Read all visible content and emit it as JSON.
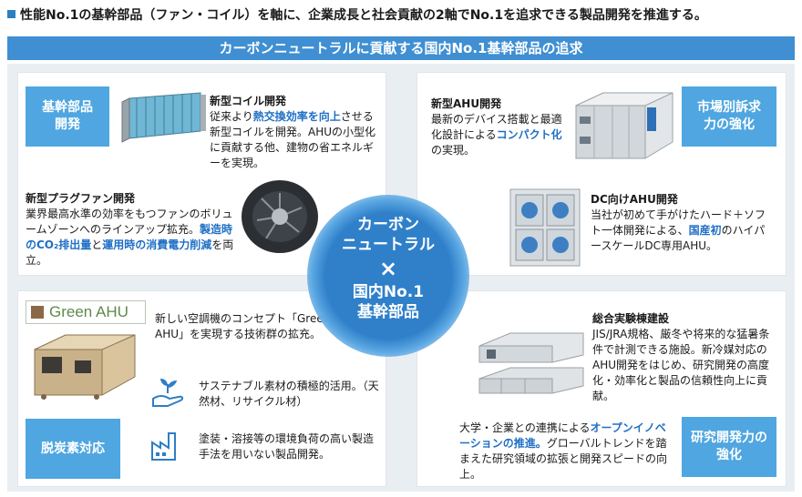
{
  "headline": "性能No.1の基幹部品（ファン・コイル）を軸に、企業成長と社会貢献の2軸でNo.1を追求できる製品開発を推進する。",
  "banner": "カーボンニュートラルに貢献する国内No.1基幹部品の追求",
  "center": {
    "line1": "カーボン",
    "line2": "ニュートラル",
    "cross": "×",
    "line3": "国内No.1",
    "line4": "基幹部品"
  },
  "panels": {
    "top_left": {
      "tag": [
        "基幹部品",
        "開発"
      ],
      "coil": {
        "title": "新型コイル開発",
        "body1": "従来より",
        "hl1": "熱交換効率を向上",
        "body2": "させる新型コイルを開発。",
        "body3": "AHUの小型化に貢献する他、建物の省エネルギーを実現。"
      },
      "fan": {
        "title": "新型プラグファン開発",
        "body1": "業界最高水準の効率をもつファンのボリュームゾーンへのラインアップ拡充。",
        "hl1": "製造時のCO₂排出量",
        "body2": "と",
        "hl2": "運用時の消費電力削減",
        "body3": "を両立。"
      }
    },
    "top_right": {
      "tag": [
        "市場別訴求",
        "力の強化"
      ],
      "ahu": {
        "title": "新型AHU開発",
        "body1": "最新のデバイス搭載と最適化設計による",
        "hl1": "コンパクト化",
        "body2": "の実現。"
      },
      "dc": {
        "title": "DC向けAHU開発",
        "body1": "当社が初めて手がけたハード＋ソフト一体開発による、",
        "hl1": "国産初",
        "body2": "のハイパースケールDC専用AHU。"
      }
    },
    "bottom_left": {
      "logo": "Green AHU",
      "tag": "脱炭素対応",
      "intro": "新しい空調機のコンセプト「Green AHU」を実現する技術群の拡充。",
      "item1": "サステナブル素材の積極的活用。（天然材、リサイクル材）",
      "item2": "塗装・溶接等の環境負荷の高い製造手法を用いない製品開発。"
    },
    "bottom_right": {
      "tag": [
        "研究開発力の",
        "強化"
      ],
      "lab": {
        "title": "総合実験棟建設",
        "body": "JIS/JRA規格、厳冬や将来的な猛暑条件で計測できる施設。新冷媒対応のAHU開発をはじめ、研究開発の高度化・効率化と製品の信頼性向上に貢献。"
      },
      "innov": {
        "body1": "大学・企業との連携による",
        "hl1": "オープンイノベーションの推進。",
        "body2": "グローバルトレンドを踏まえた研究領域の拡張と開発スピードの向上。"
      }
    }
  },
  "colors": {
    "accent": "#3f8fd2",
    "tag": "#4fa6e0",
    "highlight": "#1f6fc5",
    "background": "#e9eef3"
  },
  "icons": [
    "coil-image",
    "plug-fan-image",
    "ahu-unit-image",
    "dc-ahu-image",
    "green-ahu-logo",
    "wooden-ahu-image",
    "hand-plant-icon",
    "factory-icon",
    "test-building-image"
  ]
}
